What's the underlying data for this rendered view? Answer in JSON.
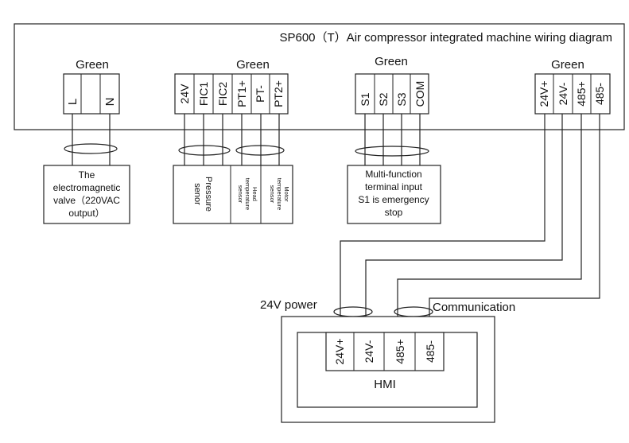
{
  "title": "SP600（T）Air compressor integrated machine wiring diagram",
  "groups": [
    {
      "label": "Green",
      "terminals": [
        "L",
        "N"
      ]
    },
    {
      "label": "Green",
      "terminals": [
        "24V",
        "FIC1",
        "FIC2",
        "PT1+",
        "PT-",
        "PT2+"
      ]
    },
    {
      "label": "Green",
      "terminals": [
        "S1",
        "S2",
        "S3",
        "COM"
      ]
    },
    {
      "label": "Green",
      "terminals": [
        "24V+",
        "24V-",
        "485+",
        "485-"
      ]
    }
  ],
  "devices": {
    "valve": "The electromagnetic valve（220VAC output）",
    "valve_lines": [
      "The",
      "electromagnetic",
      "valve（220VAC",
      "output）"
    ],
    "pressure_lines": [
      "Pressure",
      "senor"
    ],
    "head_temp_lines": [
      "Head",
      "temperature",
      "sensor"
    ],
    "motor_temp_lines": [
      "Motor",
      "temperature",
      "sensor"
    ],
    "multifunction_lines": [
      "Multi-function",
      "terminal input",
      "S1 is emergency",
      "stop"
    ]
  },
  "hmi": {
    "label": "HMI",
    "terminals": [
      "24V+",
      "24V-",
      "485+",
      "485-"
    ],
    "power_label": "24V power",
    "comm_label": "Communication"
  }
}
